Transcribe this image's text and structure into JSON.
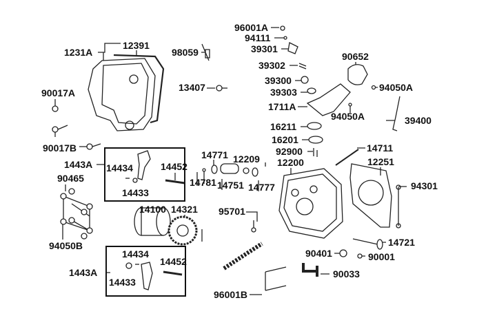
{
  "labels": [
    {
      "text": "1231A"
    },
    {
      "text": "12391"
    },
    {
      "text": "98059"
    },
    {
      "text": "96001A"
    },
    {
      "text": "94111"
    },
    {
      "text": "39301"
    },
    {
      "text": "39302"
    },
    {
      "text": "39300"
    },
    {
      "text": "39303"
    },
    {
      "text": "1711A"
    },
    {
      "text": "90652"
    },
    {
      "text": "94050A"
    },
    {
      "text": "94050A"
    },
    {
      "text": "39400"
    },
    {
      "text": "13407"
    },
    {
      "text": "90017A"
    },
    {
      "text": "16211"
    },
    {
      "text": "16201"
    },
    {
      "text": "92900"
    },
    {
      "text": "14711"
    },
    {
      "text": "90017B"
    },
    {
      "text": "14771"
    },
    {
      "text": "12209"
    },
    {
      "text": "12200"
    },
    {
      "text": "12251"
    },
    {
      "text": "1443A"
    },
    {
      "text": "14434"
    },
    {
      "text": "14452"
    },
    {
      "text": "14781"
    },
    {
      "text": "14751"
    },
    {
      "text": "14777"
    },
    {
      "text": "94301"
    },
    {
      "text": "90465"
    },
    {
      "text": "14433"
    },
    {
      "text": "14100"
    },
    {
      "text": "14321"
    },
    {
      "text": "95701"
    },
    {
      "text": "94050B"
    },
    {
      "text": "14721"
    },
    {
      "text": "90401"
    },
    {
      "text": "90001"
    },
    {
      "text": "14434"
    },
    {
      "text": "14452"
    },
    {
      "text": "1443A"
    },
    {
      "text": "14433"
    },
    {
      "text": "90033"
    },
    {
      "text": "96001B"
    }
  ]
}
